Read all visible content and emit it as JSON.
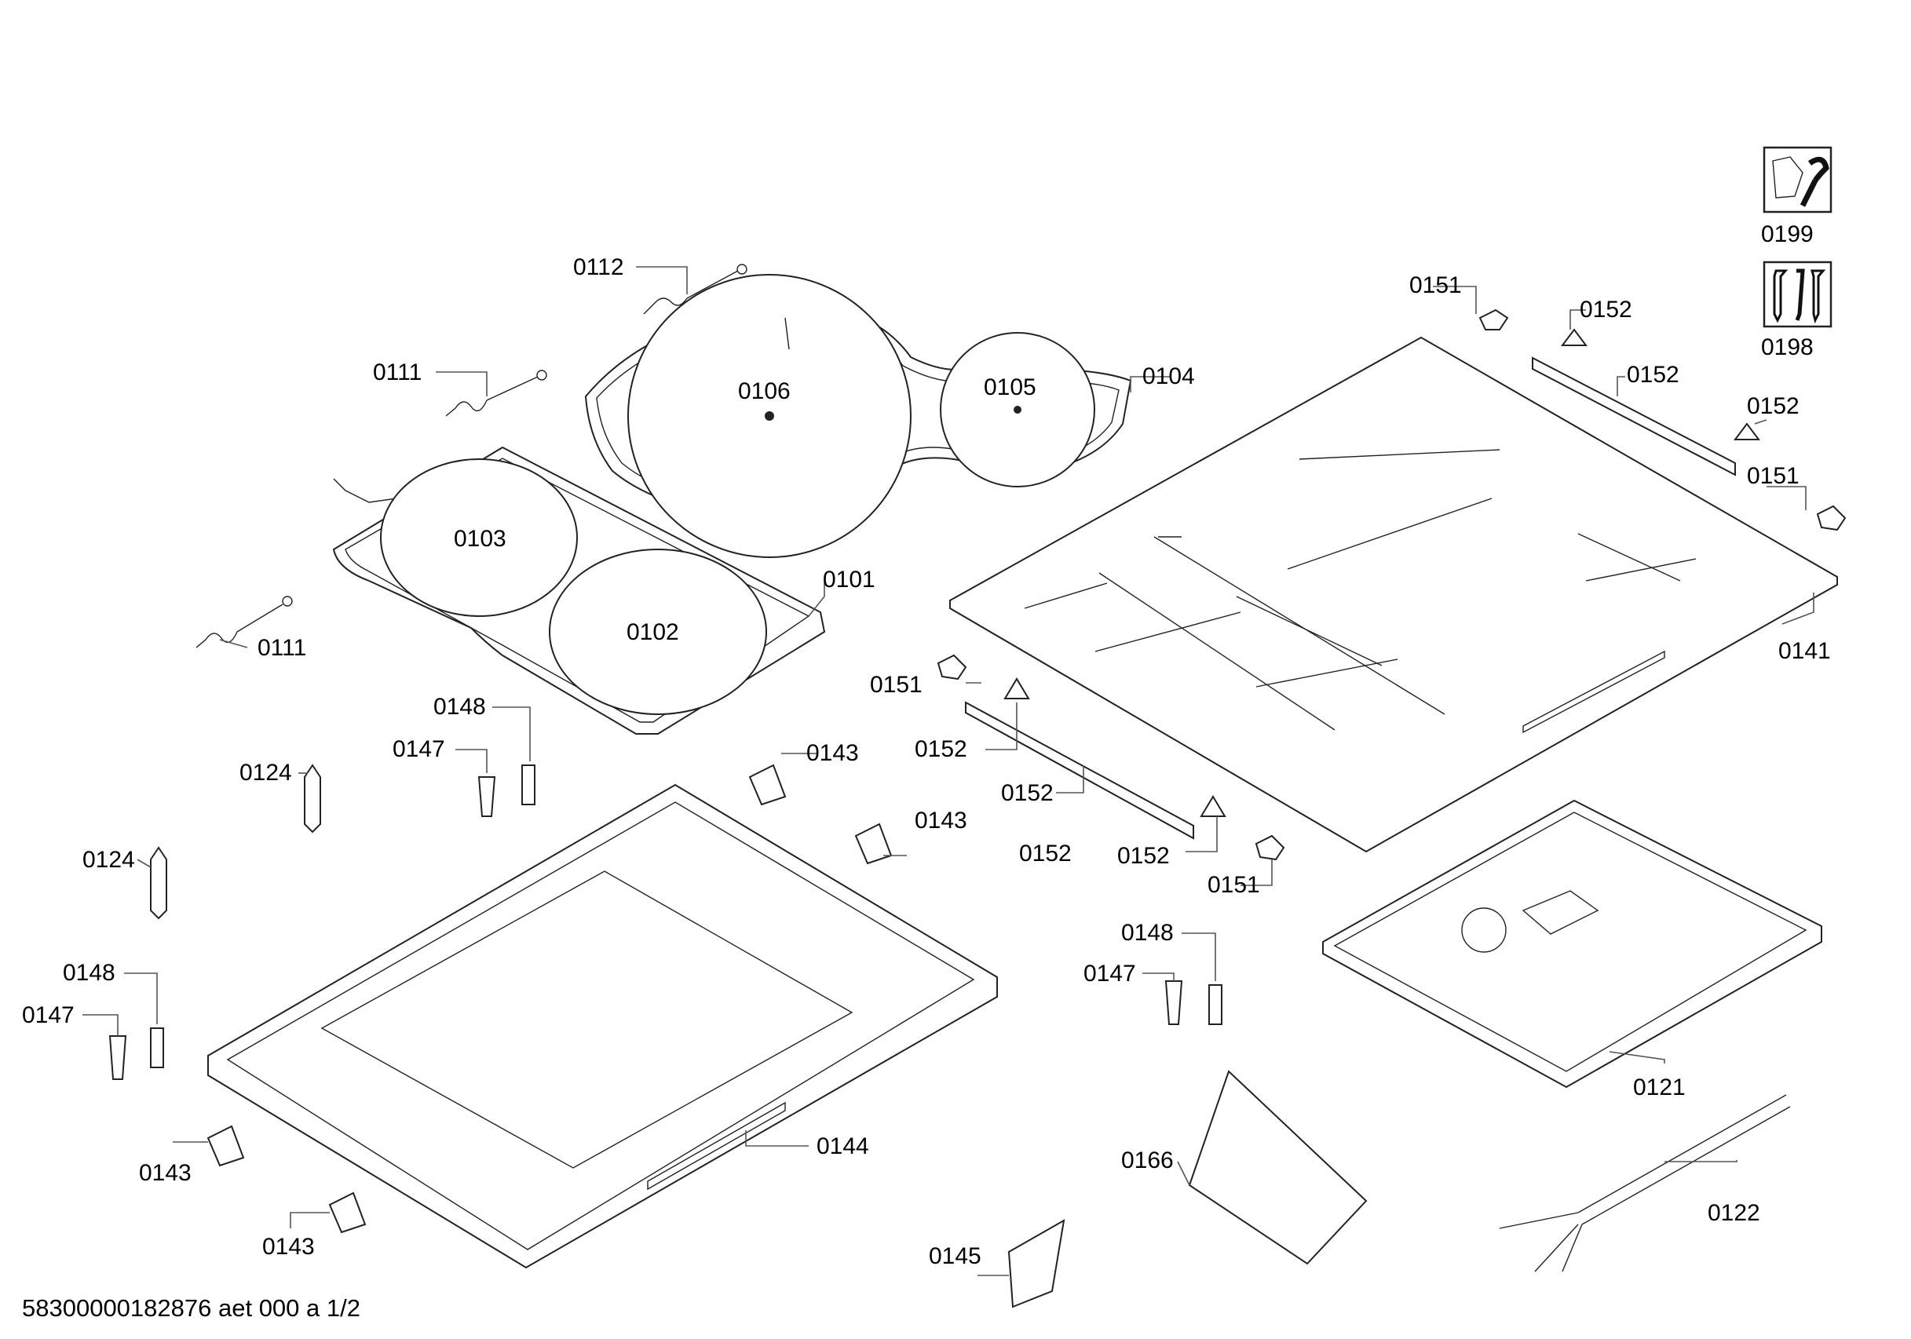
{
  "document_id": "58300000182876 aet 000 a 1/2",
  "colors": {
    "line": "#222222",
    "leader": "#555555",
    "background": "#ffffff"
  },
  "icons": [
    {
      "name": "tool-wrench-icon",
      "label": "0199"
    },
    {
      "name": "screw-set-icon",
      "label": "0198"
    }
  ],
  "callouts": [
    "0112",
    "0111",
    "0106",
    "0105",
    "0104",
    "0103",
    "0111",
    "0101",
    "0102",
    "0151",
    "0152",
    "0152",
    "0152",
    "0151",
    "0141",
    "0151",
    "0152",
    "0152",
    "0152",
    "0152",
    "0151",
    "0148",
    "0147",
    "0124",
    "0143",
    "0143",
    "0124",
    "0148",
    "0147",
    "0148",
    "0147",
    "0121",
    "0143",
    "0144",
    "0143",
    "0166",
    "0122",
    "0145"
  ]
}
